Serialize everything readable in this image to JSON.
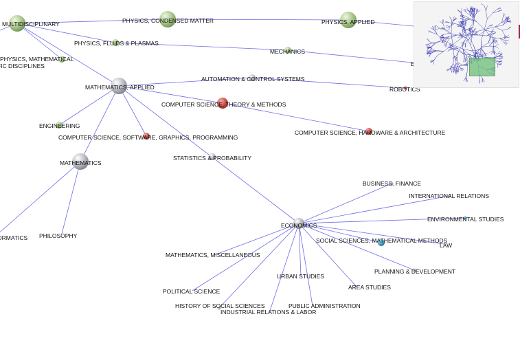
{
  "colors": {
    "edge": "#6c6ce8",
    "green": "#9fbe7c",
    "gray": "#b0b0b8",
    "red": "#c45050",
    "blue": "#3aa0c0",
    "overview_bg": "#f4f4f4",
    "viewport": "#7cc084"
  },
  "nodes": [
    {
      "id": "multidisciplinary",
      "label": "MULTIDISCIPLINARY",
      "color": "green",
      "size": "large"
    },
    {
      "id": "cond-matter",
      "label": "PHYSICS, CONDENSED MATTER",
      "color": "green",
      "size": "large"
    },
    {
      "id": "phys-applied",
      "label": "PHYSICS, APPLIED",
      "color": "green",
      "size": "large"
    },
    {
      "id": "fluids",
      "label": "PHYSICS, FLUIDS & PLASMAS",
      "color": "green",
      "size": "small"
    },
    {
      "id": "mechanics",
      "label": "MECHANICS",
      "color": "green",
      "size": "small"
    },
    {
      "id": "phys-math",
      "label": "PHYSICS, MATHEMATICAL",
      "color": "green",
      "size": "small"
    },
    {
      "id": "scientific-disc",
      "label": "FIC DISCIPLINES",
      "color": "green",
      "size": "none"
    },
    {
      "id": "math-applied",
      "label": "MATHEMATICS, APPLIED",
      "color": "gray",
      "size": "large"
    },
    {
      "id": "automation",
      "label": "AUTOMATION & CONTROL SYSTEMS",
      "color": "gray",
      "size": "small"
    },
    {
      "id": "robotics",
      "label": "ROBOTICS",
      "color": "red",
      "size": "tiny"
    },
    {
      "id": "cs-theory",
      "label": "COMPUTER SCIENCE, THEORY & METHODS",
      "color": "red",
      "size": "medium"
    },
    {
      "id": "cs-hardware",
      "label": "COMPUTER SCIENCE, HARDWARE & ARCHITECTURE",
      "color": "red",
      "size": "small"
    },
    {
      "id": "engineering",
      "label": "ENGINEERING",
      "color": "green",
      "size": "small"
    },
    {
      "id": "cs-software",
      "label": "COMPUTER SCIENCE, SOFTWARE, GRAPHICS, PROGRAMMING",
      "color": "red",
      "size": "small"
    },
    {
      "id": "statistics",
      "label": "STATISTICS & PROBABILITY",
      "color": "gray",
      "size": "small"
    },
    {
      "id": "mathematics",
      "label": "MATHEMATICS",
      "color": "gray",
      "size": "large"
    },
    {
      "id": "informatics",
      "label": "ORMATICS",
      "color": "gray",
      "size": "none"
    },
    {
      "id": "philosophy",
      "label": "PHILOSOPHY",
      "color": "gray",
      "size": "none"
    },
    {
      "id": "economics",
      "label": "ECONOMICS",
      "color": "gray",
      "size": "medium"
    },
    {
      "id": "business-finance",
      "label": "BUSINESS, FINANCE",
      "color": "gray",
      "size": "tiny"
    },
    {
      "id": "intl-relations",
      "label": "INTERNATIONAL RELATIONS",
      "color": "gray",
      "size": "tiny"
    },
    {
      "id": "env-studies",
      "label": "ENVIRONMENTAL STUDIES",
      "color": "blue",
      "size": "tiny"
    },
    {
      "id": "soc-sci-math",
      "label": "SOCIAL SCIENCES, MATHEMATICAL METHODS",
      "color": "blue",
      "size": "small"
    },
    {
      "id": "law",
      "label": "LAW",
      "color": "gray",
      "size": "none"
    },
    {
      "id": "math-misc",
      "label": "MATHEMATICS, MISCELLANEOUS",
      "color": "gray",
      "size": "none"
    },
    {
      "id": "urban-studies",
      "label": "URBAN STUDIES",
      "color": "gray",
      "size": "none"
    },
    {
      "id": "planning",
      "label": "PLANNING & DEVELOPMENT",
      "color": "gray",
      "size": "tiny"
    },
    {
      "id": "area-studies",
      "label": "AREA STUDIES",
      "color": "gray",
      "size": "none"
    },
    {
      "id": "political-science",
      "label": "POLITICAL SCIENCE",
      "color": "gray",
      "size": "none"
    },
    {
      "id": "history-social",
      "label": "HISTORY OF SOCIAL SCIENCES",
      "color": "gray",
      "size": "tiny"
    },
    {
      "id": "public-admin",
      "label": "PUBLIC ADMINISTRATION",
      "color": "gray",
      "size": "none"
    },
    {
      "id": "industrial-rel",
      "label": "INDUSTRIAL RELATIONS & LABOR",
      "color": "gray",
      "size": "none"
    },
    {
      "id": "e-offscreen",
      "label": "E",
      "color": "gray",
      "size": "none"
    }
  ],
  "edges": [
    [
      "multidisciplinary",
      "cond-matter"
    ],
    [
      "cond-matter",
      "phys-applied"
    ],
    [
      "phys-applied",
      "overview-edge"
    ],
    [
      "multidisciplinary",
      "fluids"
    ],
    [
      "fluids",
      "mechanics"
    ],
    [
      "mechanics",
      "e-offscreen"
    ],
    [
      "multidisciplinary",
      "phys-math"
    ],
    [
      "multidisciplinary",
      "left-edge"
    ],
    [
      "multidisciplinary",
      "math-applied"
    ],
    [
      "math-applied",
      "automation"
    ],
    [
      "automation",
      "robotics"
    ],
    [
      "math-applied",
      "cs-theory"
    ],
    [
      "cs-theory",
      "cs-hardware"
    ],
    [
      "math-applied",
      "engineering"
    ],
    [
      "math-applied",
      "cs-software"
    ],
    [
      "math-applied",
      "mathematics"
    ],
    [
      "math-applied",
      "economics"
    ],
    [
      "mathematics",
      "informatics"
    ],
    [
      "mathematics",
      "philosophy"
    ],
    [
      "economics",
      "business-finance"
    ],
    [
      "economics",
      "intl-relations"
    ],
    [
      "economics",
      "env-studies"
    ],
    [
      "economics",
      "soc-sci-math"
    ],
    [
      "economics",
      "law"
    ],
    [
      "economics",
      "math-misc"
    ],
    [
      "economics",
      "urban-studies"
    ],
    [
      "economics",
      "planning"
    ],
    [
      "economics",
      "area-studies"
    ],
    [
      "economics",
      "political-science"
    ],
    [
      "economics",
      "history-social"
    ],
    [
      "economics",
      "public-admin"
    ],
    [
      "economics",
      "industrial-rel"
    ]
  ]
}
